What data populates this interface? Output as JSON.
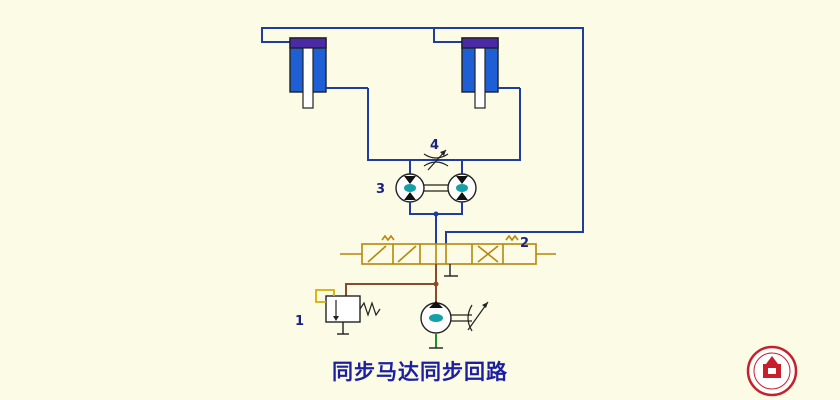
{
  "caption": "同步马达同步回路",
  "labels": {
    "relief_valve": "1",
    "directional_valve": "2",
    "motors": "3",
    "throttle": "4"
  },
  "colors": {
    "background": "#fbfbe6",
    "pipe_main": "#1f3c9e",
    "pipe_pressure": "#8b4a2a",
    "pipe_suction": "#1f8f2a",
    "valve_outline": "#b8860b",
    "cylinder_fill": "#1e5fd6",
    "cylinder_cap": "#4b2aa5",
    "motor_core": "#14a0a8",
    "text": "#1b1fa0",
    "logo": "#c8202a"
  },
  "icons": {
    "logo": "university-seal-icon"
  }
}
